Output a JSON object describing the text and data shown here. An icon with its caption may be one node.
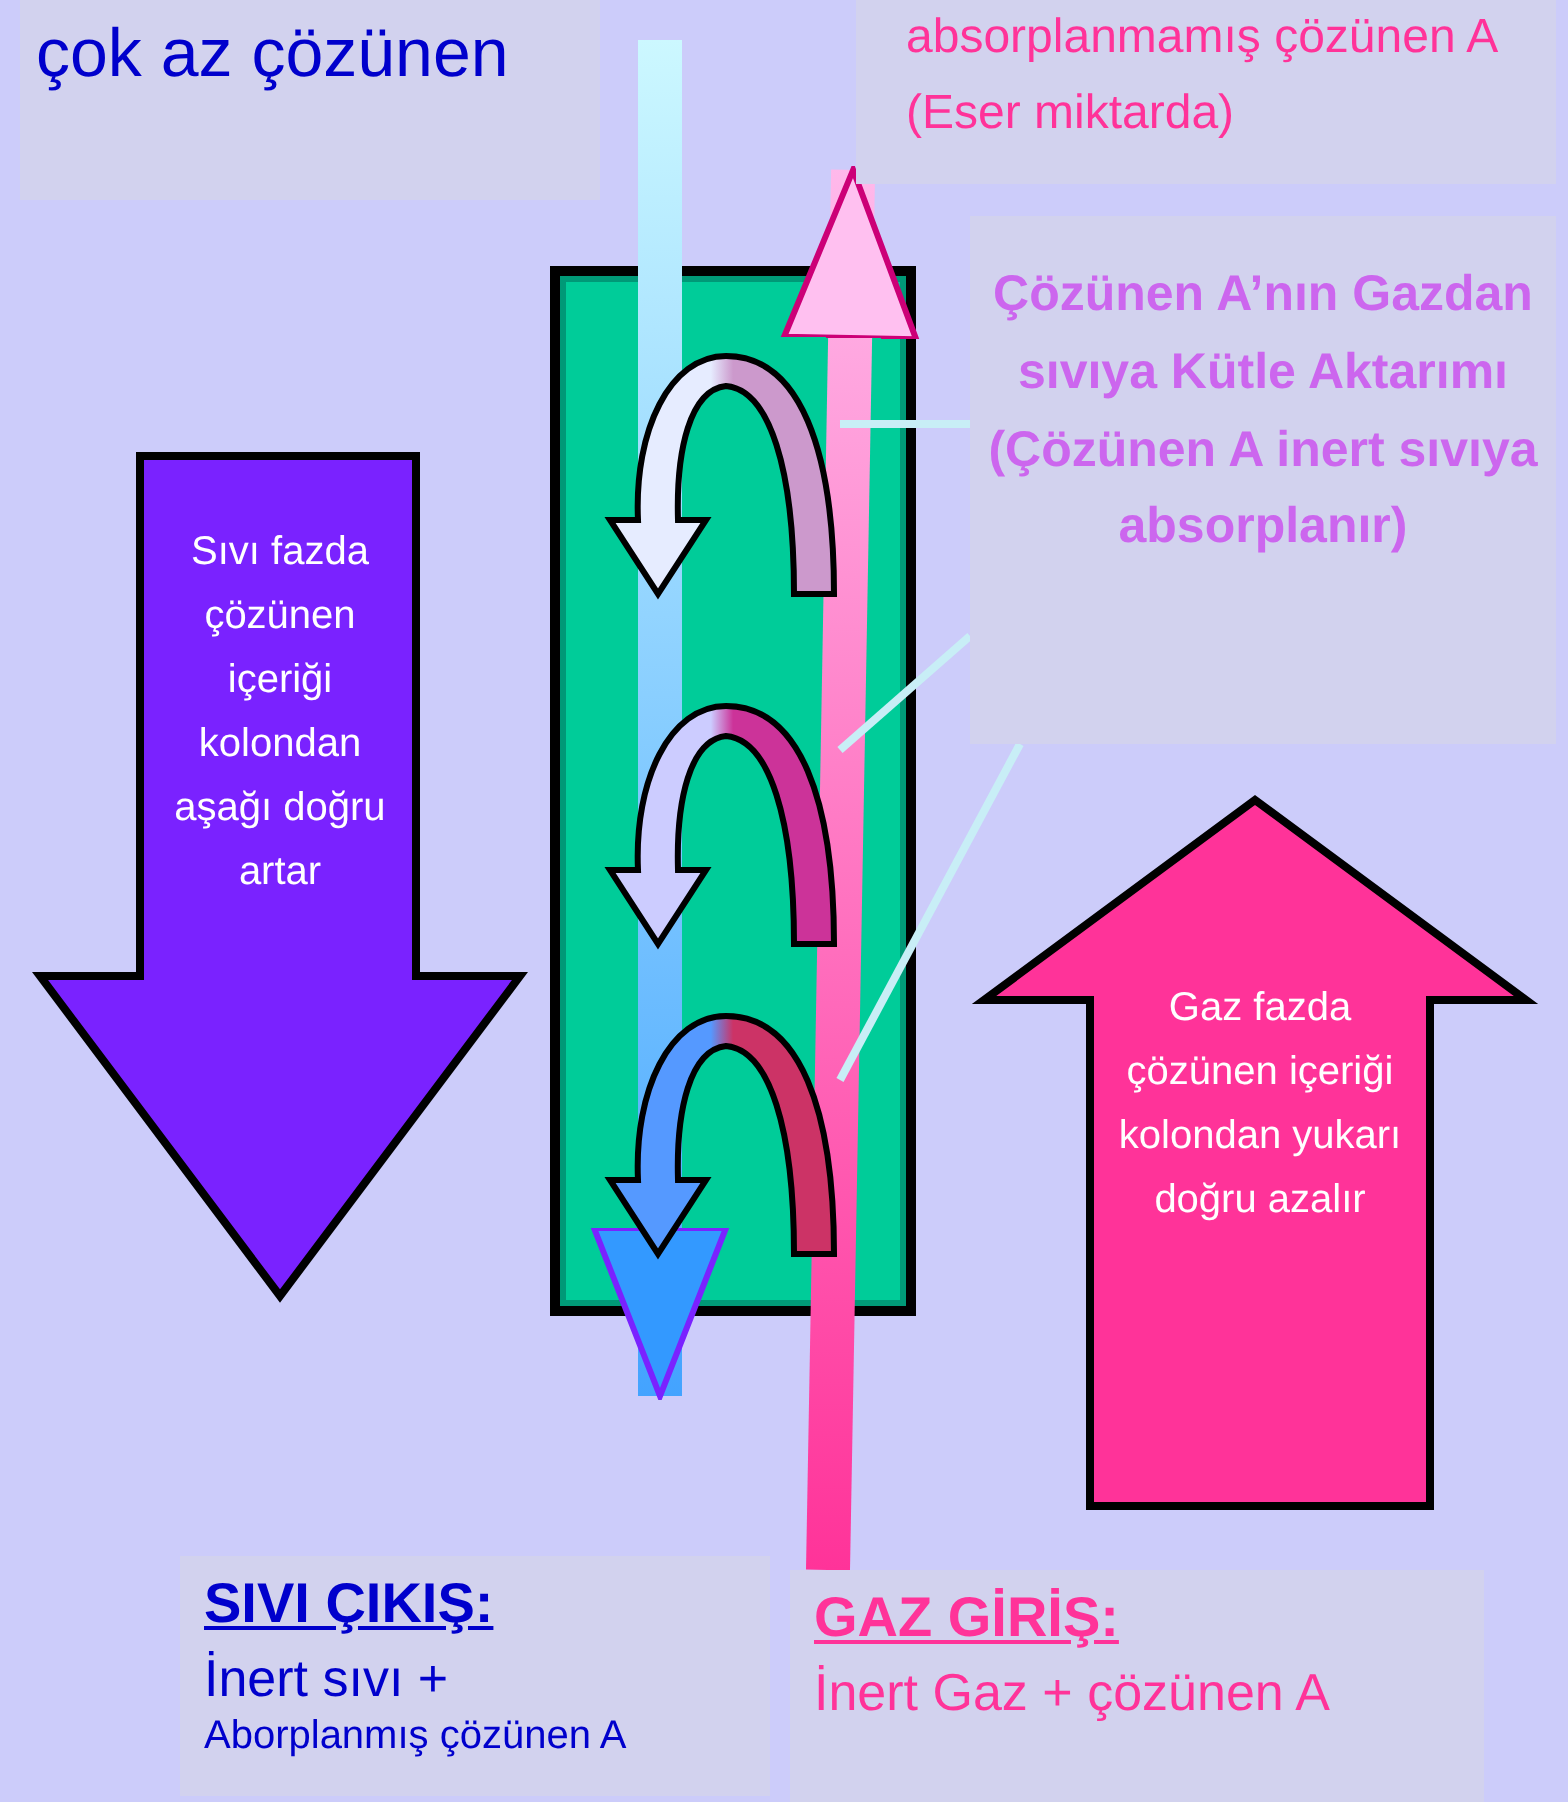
{
  "diagram": {
    "nodes": [
      {
        "text": [
          "çok az çözünen"
        ]
      },
      {
        "text": [
          "absorplanmamış çözünen A (Eser miktarda)"
        ]
      },
      {
        "text": [],
        "shape": "box"
      },
      {
        "text": [
          "Çözünen A’nın Gazdan sıvıya Kütle Aktarımı (Çözünen A inert sıvıya absorplanır)"
        ]
      },
      {
        "text": [
          "Sıvı fazda çözünen içeriği kolondan aşağı doğru artar"
        ]
      },
      {
        "text": [
          "Gaz fazda çözünen içeriği kolondan yukarı doğru azalır"
        ]
      },
      {
        "text": [
          "SIVI ÇIKIŞ:",
          "İnert sıvı +",
          "Aborplanmış çözünen A"
        ]
      },
      {
        "text": [
          "GAZ GİRİŞ:",
          "İnert Gaz + çözünen A"
        ]
      },
      {
        "text": [],
        "shape": "arrow",
        "in": 2
      },
      {
        "text": [],
        "shape": "arrow",
        "in": 2
      },
      {
        "text": [],
        "shape": "arrow",
        "in": 2
      }
    ],
    "edges": [
      {
        "from": null,
        "to": 6,
        "arrow": "to",
        "style": "thick",
        "color": "#3399ff"
      },
      {
        "from": 7,
        "to": 1,
        "arrow": "to",
        "style": "thick",
        "color": "#ff3399"
      },
      {
        "from": 3,
        "to": 8,
        "arrow": "none"
      },
      {
        "from": 3,
        "to": 9,
        "arrow": "none"
      },
      {
        "from": 3,
        "to": 10,
        "arrow": "none"
      }
    ]
  }
}
